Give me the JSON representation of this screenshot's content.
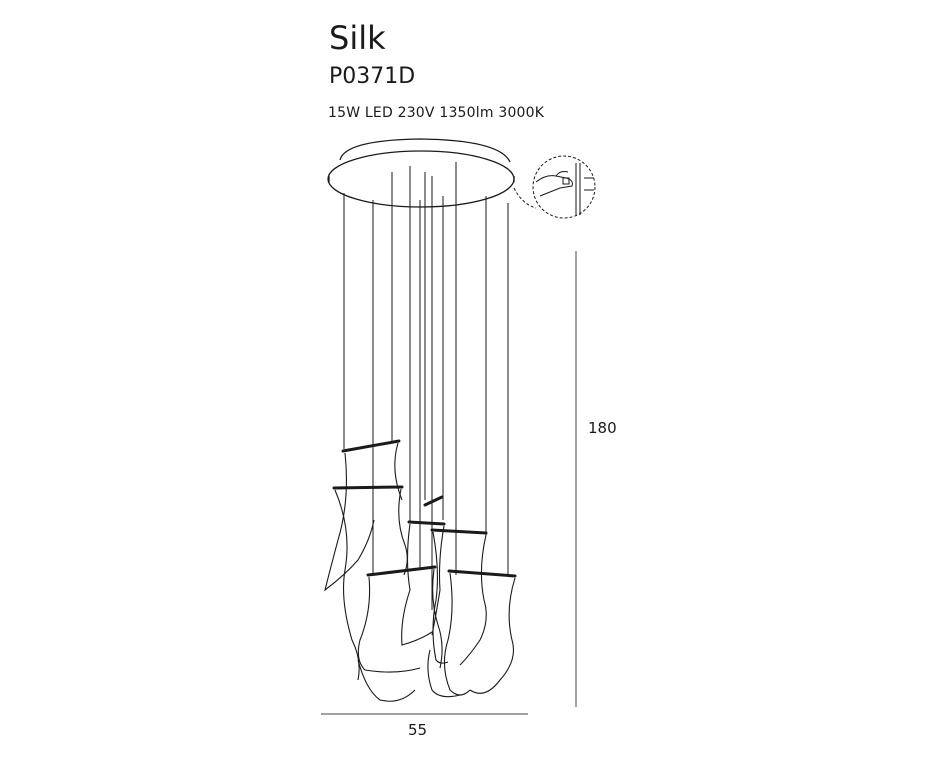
{
  "product": {
    "name": "Silk",
    "code": "P0371D",
    "specs": "15W  LED  230V  1350lm  3000K"
  },
  "dimensions": {
    "height": "180",
    "width": "55"
  },
  "icons": {
    "detail": "hand-adjust-cable-icon"
  }
}
